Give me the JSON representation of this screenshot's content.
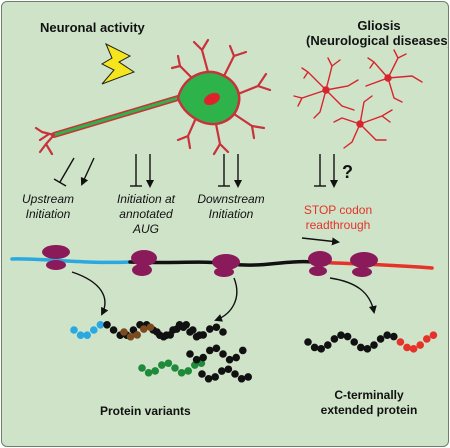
{
  "labels": {
    "neuronal_activity": "Neuronal activity",
    "gliosis_line1": "Gliosis",
    "gliosis_line2": "(Neurological diseases)",
    "upstream_line1": "Upstream",
    "upstream_line2": "Initiation",
    "annotated_line1": "Initiation at",
    "annotated_line2": "annotated",
    "annotated_line3": "AUG",
    "downstream_line1": "Downstream",
    "downstream_line2": "Initiation",
    "stop_line1": "STOP codon",
    "stop_line2": "readthrough",
    "question_mark": "?",
    "protein_variants": "Protein variants",
    "cterm_line1": "C-terminally",
    "cterm_line2": "extended protein"
  },
  "colors": {
    "background": "#cfe3c9",
    "neuron_fill": "#2db34a",
    "neuron_outline": "#c8323a",
    "glia": "#d8242c",
    "ribosome": "#8a1a5a",
    "mrna_upstream": "#29a9e0",
    "mrna_coding": "#111111",
    "mrna_extension": "#e5332a",
    "lightning": "#f5e51c",
    "stop_text": "#e5332a",
    "bead_blue": "#29a9e0",
    "bead_brown": "#7b4a1f",
    "bead_green": "#1f8a3a",
    "bead_black": "#111111",
    "bead_red": "#e5332a"
  },
  "icons": [
    "lightning-icon",
    "neuron-icon",
    "glia-cells-icon",
    "ribosome-icon",
    "activation-arrow-icon",
    "inhibition-arrow-icon"
  ]
}
